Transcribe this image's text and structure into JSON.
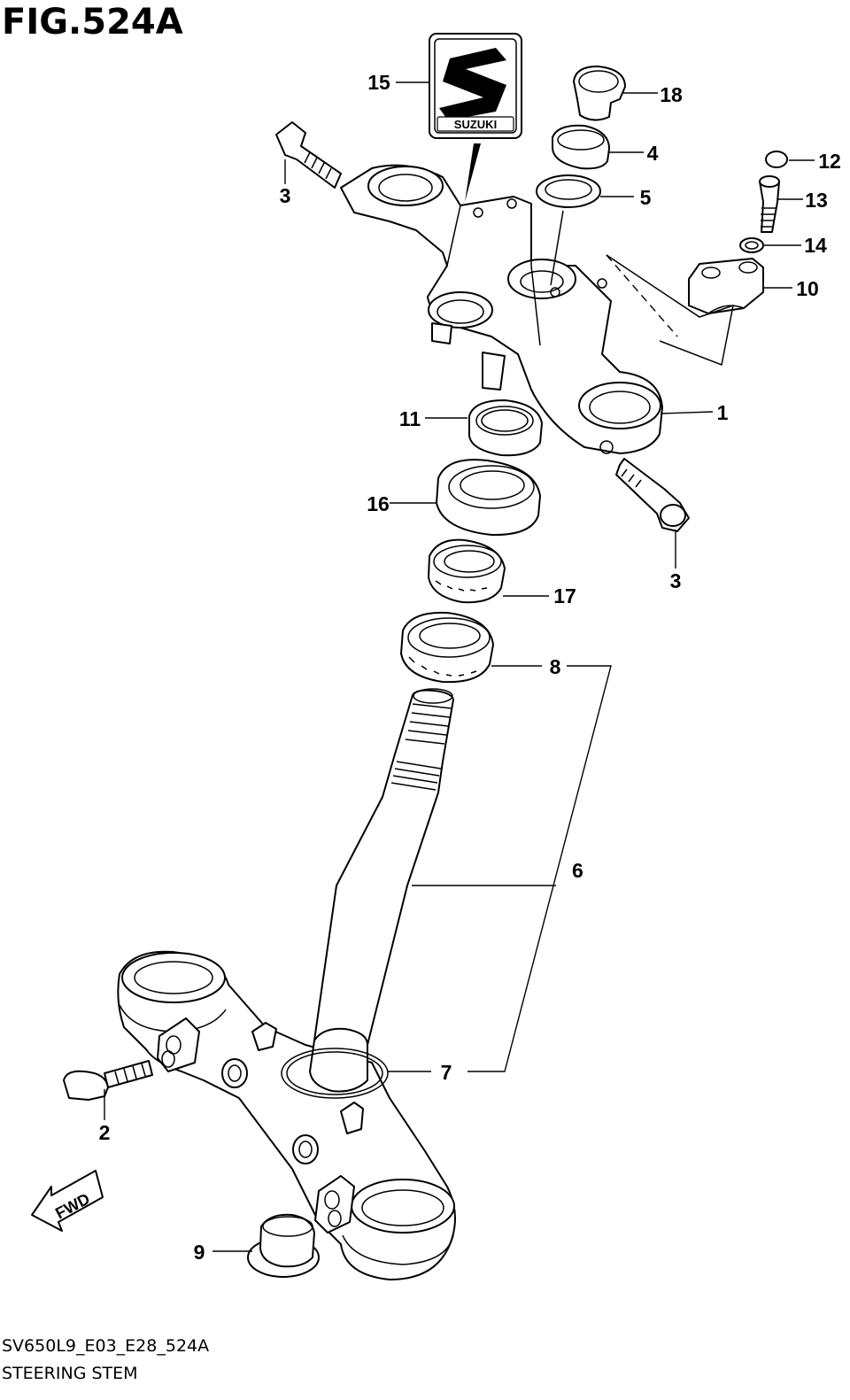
{
  "figure": {
    "title": "FIG.524A",
    "code": "SV650L9_E03_E28_524A",
    "name": "STEERING STEM",
    "logo_text": "SUZUKI",
    "fwd_label": "FWD"
  },
  "callouts": [
    {
      "id": "c1",
      "label": "1"
    },
    {
      "id": "c2",
      "label": "2"
    },
    {
      "id": "c3a",
      "label": "3"
    },
    {
      "id": "c3b",
      "label": "3"
    },
    {
      "id": "c4",
      "label": "4"
    },
    {
      "id": "c5",
      "label": "5"
    },
    {
      "id": "c6",
      "label": "6"
    },
    {
      "id": "c7",
      "label": "7"
    },
    {
      "id": "c8",
      "label": "8"
    },
    {
      "id": "c9",
      "label": "9"
    },
    {
      "id": "c10",
      "label": "10"
    },
    {
      "id": "c11",
      "label": "11"
    },
    {
      "id": "c12",
      "label": "12"
    },
    {
      "id": "c13",
      "label": "13"
    },
    {
      "id": "c14",
      "label": "14"
    },
    {
      "id": "c15",
      "label": "15"
    },
    {
      "id": "c16",
      "label": "16"
    },
    {
      "id": "c17",
      "label": "17"
    },
    {
      "id": "c18",
      "label": "18"
    }
  ]
}
